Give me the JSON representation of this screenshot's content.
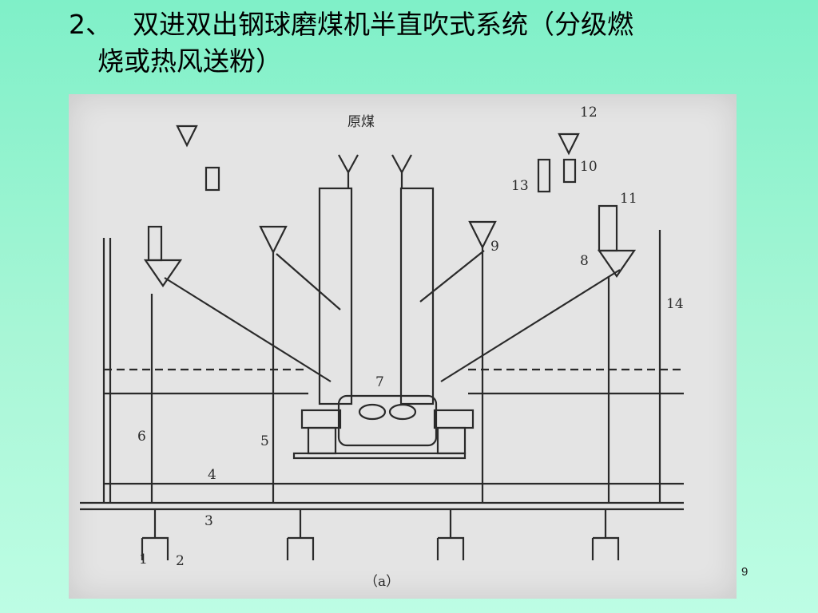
{
  "slide": {
    "title_number": "2、",
    "title_line1": "双进双出钢球磨煤机半直吹式系统（分级燃",
    "title_line2": "烧或热风送粉）",
    "page_number": "9"
  },
  "diagram": {
    "raw_coal_label": "原煤",
    "caption": "（a）",
    "labels": {
      "n1": "1",
      "n2": "2",
      "n3": "3",
      "n4": "4",
      "n5": "5",
      "n6": "6",
      "n7": "7",
      "n8": "8",
      "n9": "9",
      "n10": "10",
      "n11": "11",
      "n12": "12",
      "n13": "13",
      "n14": "14"
    }
  }
}
